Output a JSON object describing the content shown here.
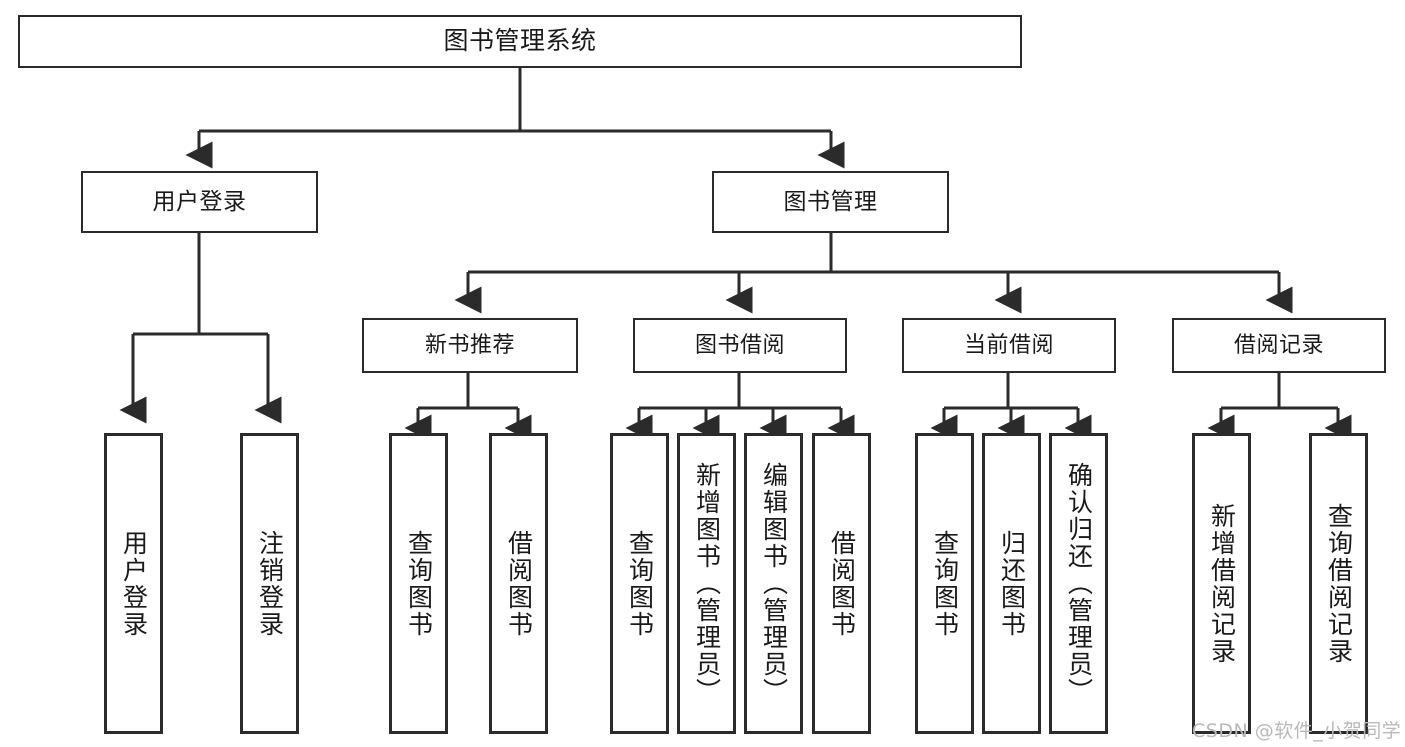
{
  "diagram": {
    "title": "图书管理系统",
    "type": "功能结构图",
    "watermark": "CSDN @软件_小贺同学",
    "colors": {
      "box_border": "#2b2b2b",
      "box_fill": "#ffffff",
      "connector": "#2b2b2b",
      "text": "#1a1a1a",
      "watermark": "#b9b9b9",
      "background": "#ffffff"
    },
    "root": {
      "label": "图书管理系统"
    },
    "level1": [
      {
        "label": "用户登录"
      },
      {
        "label": "图书管理"
      }
    ],
    "level2": [
      {
        "label": "新书推荐"
      },
      {
        "label": "图书借阅"
      },
      {
        "label": "当前借阅"
      },
      {
        "label": "借阅记录"
      }
    ],
    "leaves": {
      "user_login": [
        {
          "label": "用户登录"
        },
        {
          "label": "注销登录"
        }
      ],
      "new_book_recommend": [
        {
          "label": "查询图书"
        },
        {
          "label": "借阅图书"
        }
      ],
      "book_borrow": [
        {
          "label": "查询图书"
        },
        {
          "label": "新增图书（管理员）"
        },
        {
          "label": "编辑图书（管理员）"
        },
        {
          "label": "借阅图书"
        }
      ],
      "current_borrow": [
        {
          "label": "查询图书"
        },
        {
          "label": "归还图书"
        },
        {
          "label": "确认归还（管理员）"
        }
      ],
      "borrow_record": [
        {
          "label": "新增借阅记录"
        },
        {
          "label": "查询借阅记录"
        }
      ]
    }
  }
}
